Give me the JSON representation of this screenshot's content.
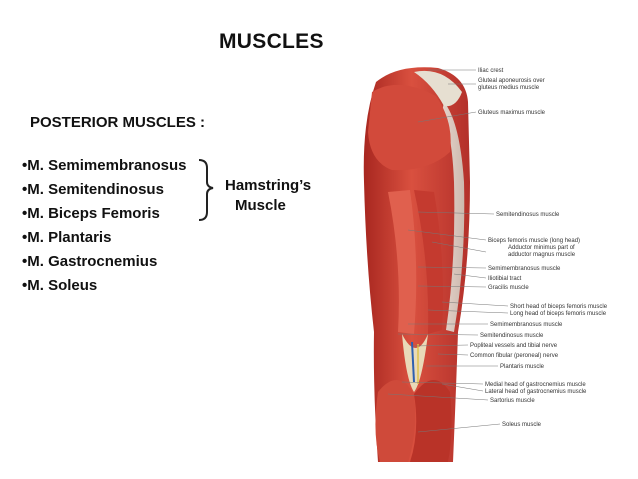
{
  "title": "MUSCLES",
  "subtitle": "POSTERIOR MUSCLES :",
  "muscles": [
    "•M. Semimembranosus",
    "•M. Semitendinosus",
    "•M. Biceps Femoris",
    "•M. Plantaris",
    "•M. Gastrocnemius",
    "•M. Soleus"
  ],
  "group_label": {
    "line1": "Hamstring’s",
    "line2": "Muscle"
  },
  "labels": [
    "Iliac crest",
    "Gluteal aponeurosis over",
    "gluteus medius muscle",
    "Gluteus maximus muscle",
    "Semitendinosus muscle",
    "Biceps femoris muscle (long head)",
    "Adductor minimus part of",
    "adductor magnus muscle",
    "Semimembranosus muscle",
    "Iliotibial tract",
    "Gracilis muscle",
    "Short head of biceps femoris muscle",
    "Long head of biceps femoris muscle",
    "Semimembranosus muscle",
    "Semitendinosus muscle",
    "Popliteal vessels and tibial nerve",
    "Common fibular (peroneal) nerve",
    "Plantaris muscle",
    "Medial head of gastrocnemius muscle",
    "Lateral head of gastrocnemius muscle",
    "Sartorius muscle",
    "Soleus muscle"
  ],
  "colors": {
    "muscle": "#c9382f",
    "muscle_light": "#e06a55",
    "fascia": "#e9e4dc",
    "brace": "#222222"
  }
}
